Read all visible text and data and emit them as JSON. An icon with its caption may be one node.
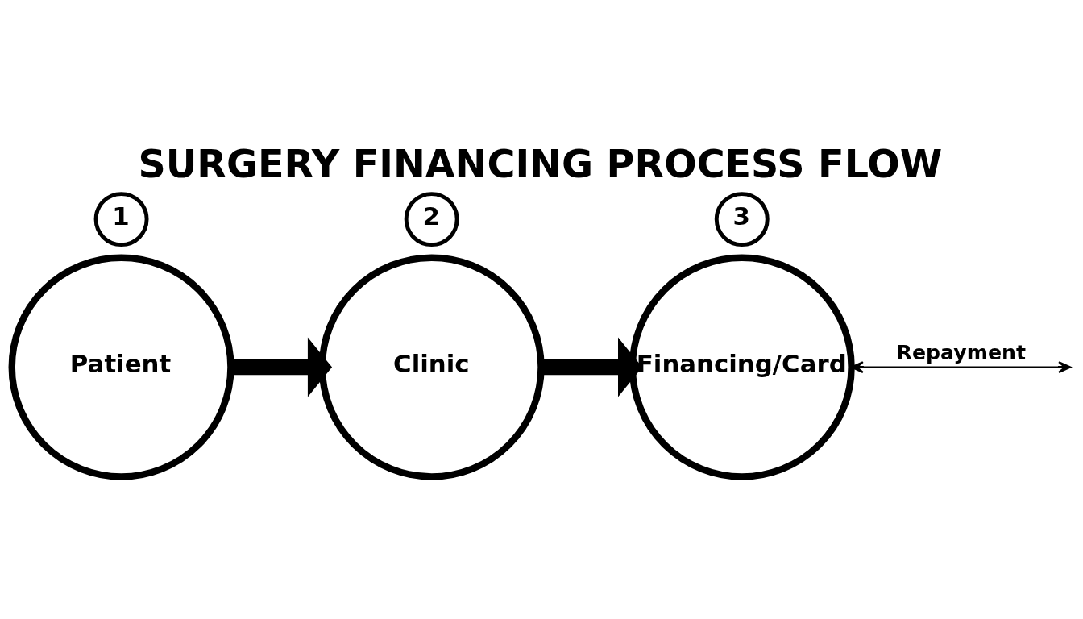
{
  "diagram": {
    "title": "SURGERY FINANCING PROCESS FLOW",
    "nodes": [
      {
        "text": [
          "1"
        ]
      },
      {
        "text": [
          "Patient"
        ]
      },
      {
        "text": [
          "2"
        ]
      },
      {
        "text": [
          "Clinic"
        ]
      },
      {
        "text": [
          "3"
        ]
      },
      {
        "text": [
          "Financing/Card"
        ]
      }
    ],
    "edges": [
      {
        "from": 1,
        "to": 3,
        "arrow": "to"
      },
      {
        "from": 3,
        "to": 5,
        "arrow": "to"
      },
      {
        "from": 5,
        "to": null,
        "arrow": "both",
        "label": "Repayment"
      }
    ]
  }
}
